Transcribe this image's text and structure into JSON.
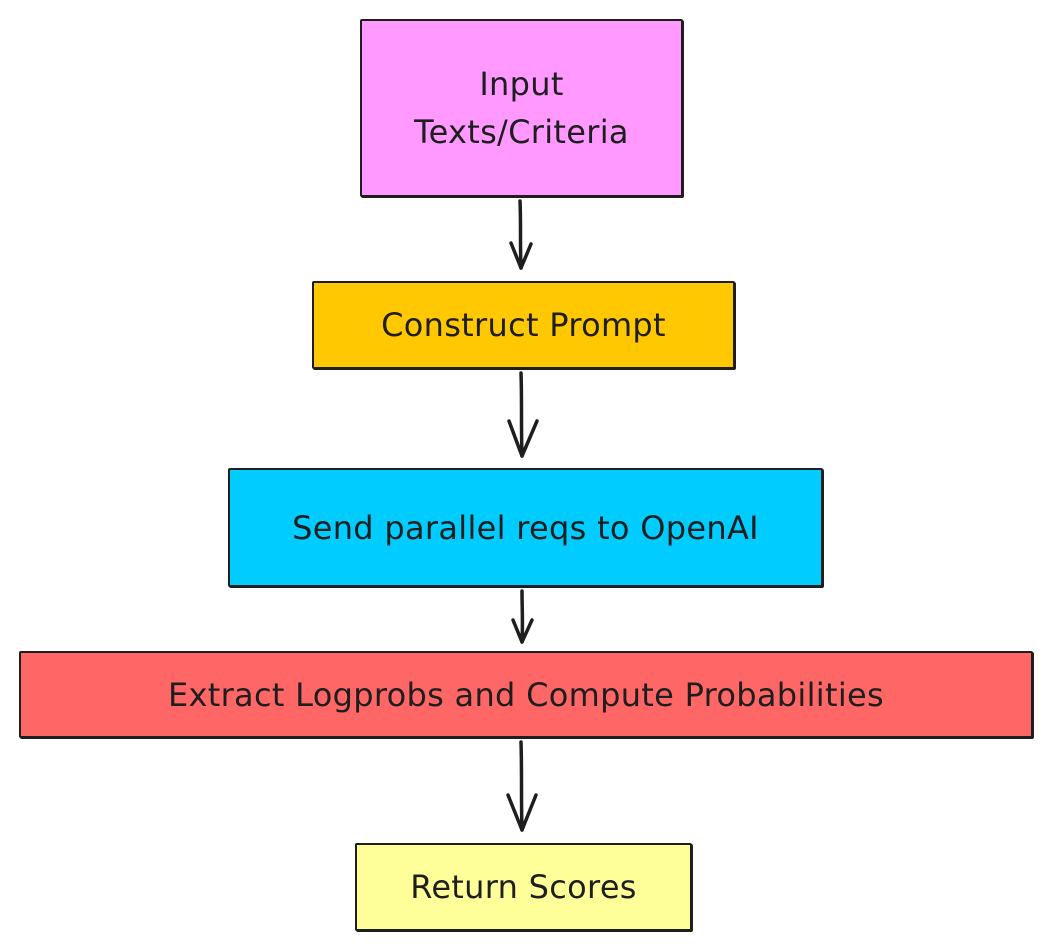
{
  "diagram": {
    "nodes": [
      {
        "id": "input",
        "label": "Input Texts/Criteria",
        "color": "#ff99ff"
      },
      {
        "id": "construct",
        "label": "Construct Prompt",
        "color": "#ffc800"
      },
      {
        "id": "send",
        "label": "Send parallel reqs to OpenAI",
        "color": "#00ccff"
      },
      {
        "id": "extract",
        "label": "Extract Logprobs and Compute Probabilities",
        "color": "#ff6666"
      },
      {
        "id": "return",
        "label": "Return Scores",
        "color": "#ffff99"
      }
    ],
    "edges": [
      {
        "from": "input",
        "to": "construct"
      },
      {
        "from": "construct",
        "to": "send"
      },
      {
        "from": "send",
        "to": "extract"
      },
      {
        "from": "extract",
        "to": "return"
      }
    ]
  }
}
